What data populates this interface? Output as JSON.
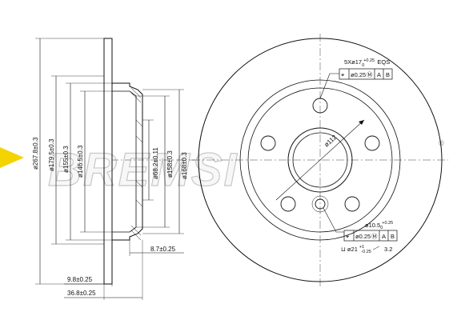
{
  "brand": {
    "name": "BREMSI",
    "registered_mark": "®",
    "accent_color": "#f3d400"
  },
  "side_view": {
    "diameters": [
      "ø267.8±0.3",
      "ø179.5±0.3",
      "ø155±0.3",
      "ø146.5±0.3",
      "ø68.2±0.11",
      "ø158±0.3",
      "ø168±0.3"
    ],
    "hub_depth": "8.7±0.25",
    "disc_thickness": "9.8±0.25",
    "total_height": "36.8±0.25"
  },
  "front_view": {
    "bolt_holes_label_main": "5Xø17",
    "bolt_holes_label_tol": "+0.25",
    "bolt_holes_label_tol2": "0",
    "bolt_holes_label_eqs": "EQS",
    "tolerance_frame_top": {
      "symbol": "⌖",
      "value": "ø0.25",
      "modifier": "Ⓜ",
      "ref_a": "A",
      "ref_b": "B"
    },
    "pcd": "ø112",
    "small_hole_main": "ø10.5",
    "small_hole_tol": "+0.25",
    "small_hole_tol2": "0",
    "tolerance_frame_bottom": {
      "symbol": "⌖",
      "value": "ø0.25",
      "modifier": "Ⓜ",
      "ref_a": "A",
      "ref_b": "B"
    },
    "counterbore_main": "⊔ ø21",
    "counterbore_tol": "+1",
    "counterbore_tol2": "-0.25",
    "counterbore_depth": "3.2"
  }
}
